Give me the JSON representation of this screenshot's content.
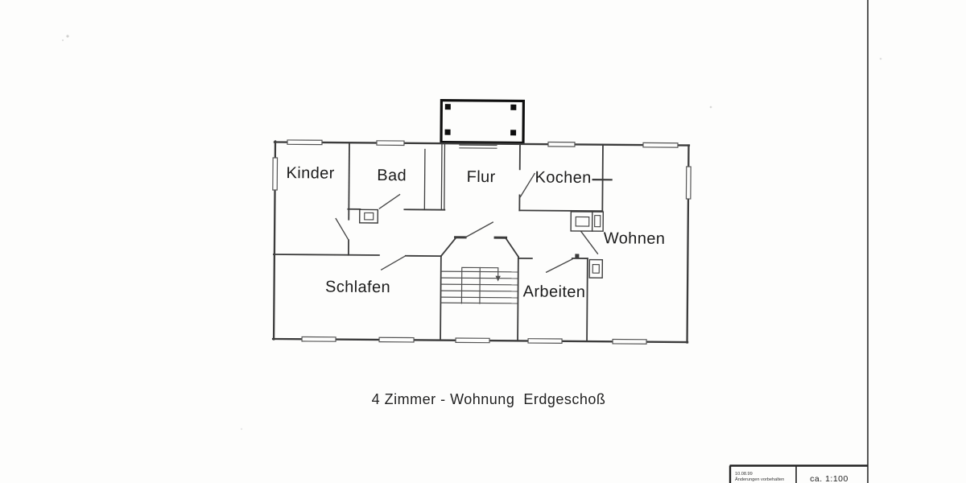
{
  "plan": {
    "title": "4 Zimmer - Wohnung  Erdgeschoß",
    "rooms": [
      {
        "name": "Kinder"
      },
      {
        "name": "Bad"
      },
      {
        "name": "Flur"
      },
      {
        "name": "Kochen"
      },
      {
        "name": "Wohnen"
      },
      {
        "name": "Schlafen"
      },
      {
        "name": "Arbeiten"
      }
    ],
    "ink_color": "#3c3c3c",
    "balcony_color": "#0e0e0e"
  },
  "title_block": {
    "date": "10.08.99",
    "note": "Änderungen vorbehalten",
    "scale": "ca. 1:100"
  }
}
